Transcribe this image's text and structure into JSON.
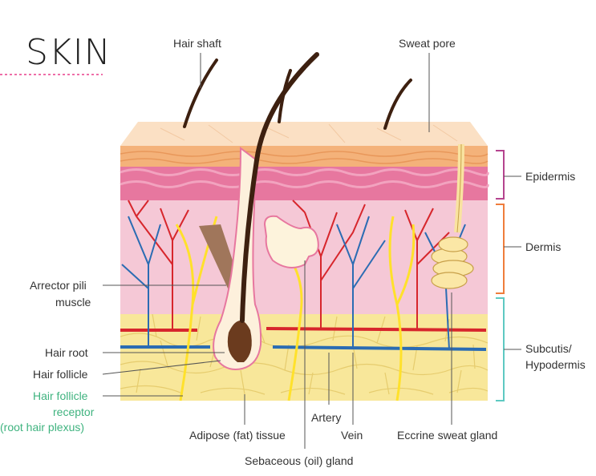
{
  "title": "SKIN",
  "colors": {
    "title_rule": "#e83e8c",
    "epidermis_bracket": "#b5448f",
    "dermis_bracket": "#ef7d3c",
    "hypodermis_bracket": "#5ec9c2",
    "artery": "#d7262c",
    "vein": "#2b6cb3",
    "nerve": "#ffe12b",
    "green_label": "#3fb37f"
  },
  "labels": {
    "hair_shaft": "Hair shaft",
    "sweat_pore": "Sweat pore",
    "arrector_pili_1": "Arrector pili",
    "arrector_pili_2": "muscle",
    "hair_root": "Hair root",
    "hair_follicle": "Hair follicle",
    "receptor_1": "Hair follicle",
    "receptor_2": "receptor",
    "receptor_3": "(root hair plexus)",
    "adipose": "Adipose (fat) tissue",
    "sebaceous": "Sebaceous (oil) gland",
    "artery": "Artery",
    "vein": "Vein",
    "eccrine": "Eccrine sweat gland"
  },
  "layers": {
    "epidermis": "Epidermis",
    "dermis": "Dermis",
    "subcutis_1": "Subcutis/",
    "subcutis_2": "Hypodermis"
  }
}
